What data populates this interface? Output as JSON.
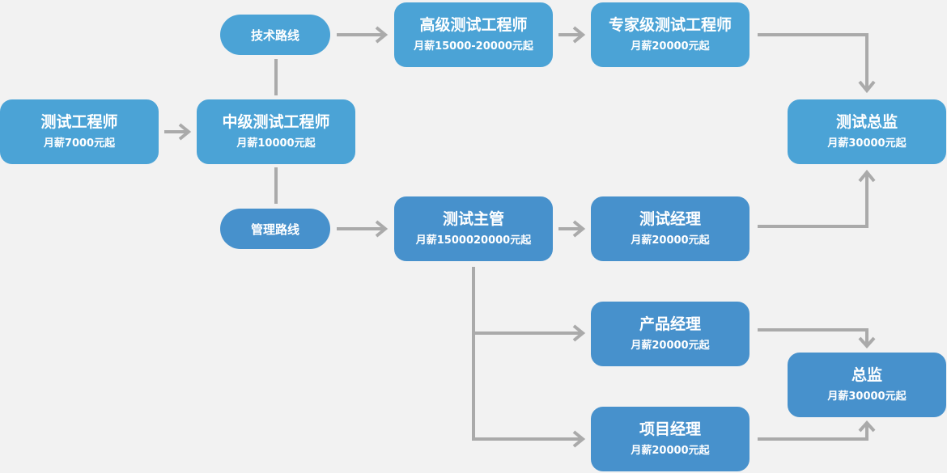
{
  "colors": {
    "node_light": "#4ba3d6",
    "node_dark": "#4791cc",
    "connector": "#aaaaaa",
    "background": "#f2f2f2"
  },
  "nodes": {
    "test_engineer": {
      "title": "测试工程师",
      "salary": "月薪7000元起"
    },
    "mid_test_engineer": {
      "title": "中级测试工程师",
      "salary": "月薪10000元起"
    },
    "senior_test_engineer": {
      "title": "高级测试工程师",
      "salary": "月薪15000-20000元起"
    },
    "expert_test_engineer": {
      "title": "专家级测试工程师",
      "salary": "月薪20000元起"
    },
    "test_director": {
      "title": "测试总监",
      "salary": "月薪30000元起"
    },
    "test_supervisor": {
      "title": "测试主管",
      "salary": "月薪1500020000元起"
    },
    "test_manager": {
      "title": "测试经理",
      "salary": "月薪20000元起"
    },
    "product_manager": {
      "title": "产品经理",
      "salary": "月薪20000元起"
    },
    "project_manager": {
      "title": "项目经理",
      "salary": "月薪20000元起"
    },
    "director": {
      "title": "总监",
      "salary": "月薪30000元起"
    }
  },
  "routes": {
    "technical": "技术路线",
    "management": "管理路线"
  }
}
